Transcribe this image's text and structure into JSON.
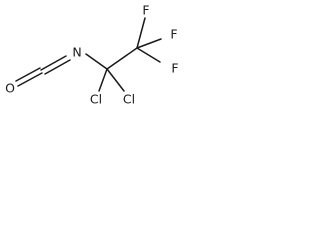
{
  "atoms": {
    "o": "O",
    "n": "N",
    "f_top": "F",
    "f_right_upper": "F",
    "f_right_lower": "F",
    "cl_left": "Cl",
    "cl_right": "Cl"
  }
}
